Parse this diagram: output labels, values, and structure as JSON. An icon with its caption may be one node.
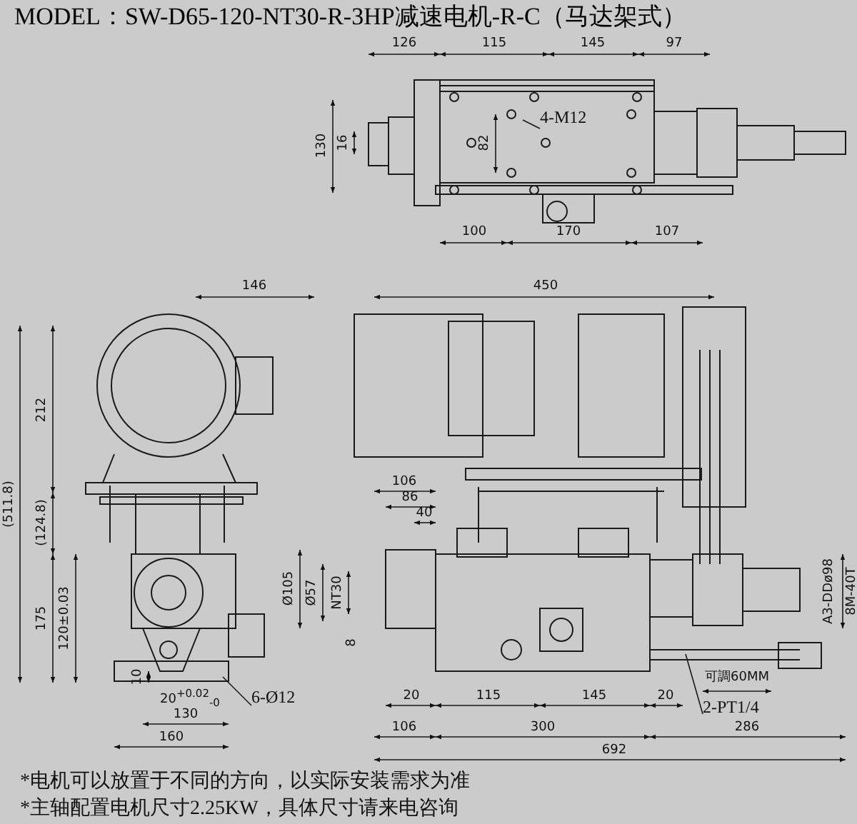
{
  "diagram": {
    "title": "MODEL：SW-D65-120-NT30-R-3HP减速电机-R-C（马达架式）",
    "nodes": [
      {
        "text": [
          "4-M12"
        ]
      },
      {
        "text": [
          "6-Ø12"
        ]
      },
      {
        "text": [
          "2-PT1/4"
        ]
      }
    ],
    "edges": [
      {
        "from": 0,
        "to": null,
        "arrow": "none"
      },
      {
        "from": 1,
        "to": null,
        "arrow": "none"
      },
      {
        "from": 2,
        "to": null,
        "arrow": "none"
      }
    ],
    "labels": [
      "126",
      "115",
      "145",
      "97",
      "130",
      "16",
      "82",
      "100",
      "170",
      "107",
      "146",
      "212",
      "(511.8)",
      "(124.8)",
      "175",
      "120±0.03",
      "10",
      "20$^{+0.02}$$_{-0}$",
      "130",
      "160",
      "450",
      "106",
      "86",
      "40",
      "Ø105",
      "Ø57",
      "NT30",
      "8",
      "20",
      "115",
      "145",
      "20",
      "可調60MM",
      "A3-DDø98",
      "8M-40T",
      "106",
      "300",
      "286",
      "692",
      "*电机可以放置于不同的方向，以实际安装需求为准",
      "*主轴配置电机尺寸2.25KW，具体尺寸请来电咨询"
    ]
  }
}
